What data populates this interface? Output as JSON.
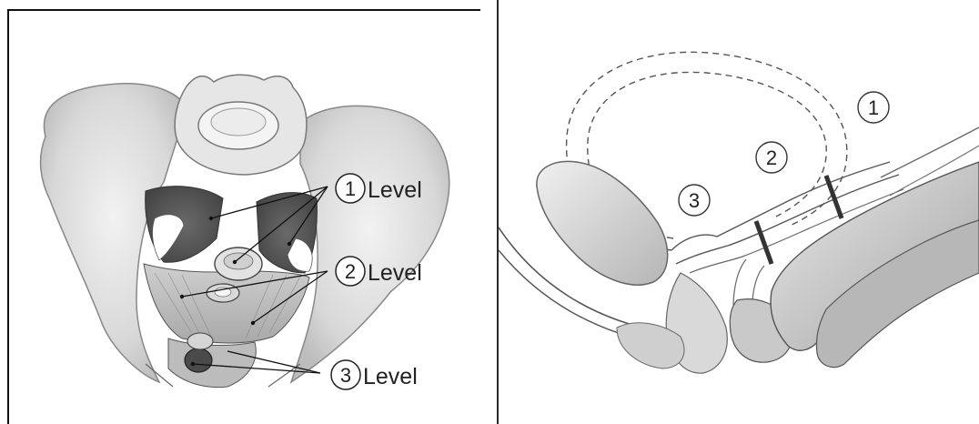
{
  "left_panel": {
    "labels": [
      {
        "num": "1",
        "text": "Level"
      },
      {
        "num": "2",
        "text": "Level"
      },
      {
        "num": "3",
        "text": "Level"
      }
    ]
  },
  "right_panel": {
    "labels": [
      {
        "num": "1"
      },
      {
        "num": "2"
      },
      {
        "num": "3"
      }
    ]
  }
}
